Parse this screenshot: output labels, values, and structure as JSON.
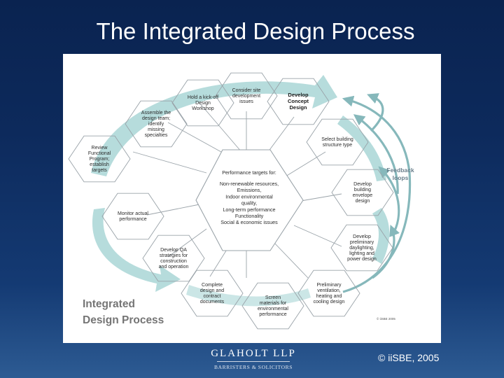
{
  "slide": {
    "title": "The Integrated Design Process",
    "copyright": "© iiSBE, 2005"
  },
  "logo": {
    "name": "GLAHOLT LLP",
    "subtitle": "BARRISTERS & SOLICITORS"
  },
  "diagram": {
    "title_line1": "Integrated",
    "title_line2": "Design Process",
    "small_copyright": "© iiSBE 2005",
    "feedback_label": [
      "Feedback",
      "loops"
    ],
    "center": {
      "heading": "Performance targets for:",
      "items": [
        "Non-renewable resources,",
        "Emissions,",
        "Indoor environmental",
        "quality,",
        "Long-term performance",
        "Functionality",
        "Social & economic issues"
      ]
    },
    "steps": [
      {
        "id": "hold-kickoff",
        "lines": [
          "Hold a kick-off",
          "Design",
          "Workshop"
        ],
        "bold": false
      },
      {
        "id": "consider-site",
        "lines": [
          "Consider site",
          "development",
          "issues"
        ],
        "bold": false
      },
      {
        "id": "develop-concept",
        "lines": [
          "Develop",
          "Concept",
          "Design"
        ],
        "bold": true
      },
      {
        "id": "select-structure",
        "lines": [
          "Select building",
          "structure type"
        ],
        "bold": false
      },
      {
        "id": "develop-envelope",
        "lines": [
          "Develop",
          "building",
          "envelope",
          "design"
        ],
        "bold": false
      },
      {
        "id": "develop-daylighting",
        "lines": [
          "Develop",
          "preliminary",
          "daylighting,",
          "lighting and",
          "power design"
        ],
        "bold": false
      },
      {
        "id": "preliminary-ventilation",
        "lines": [
          "Preliminary",
          "ventilation,",
          "heating and",
          "cooling design"
        ],
        "bold": false
      },
      {
        "id": "screen-materials",
        "lines": [
          "Screen",
          "materials for",
          "environmental",
          "performance"
        ],
        "bold": false
      },
      {
        "id": "complete-design",
        "lines": [
          "Complete",
          "design and",
          "contract",
          "documents"
        ],
        "bold": false
      },
      {
        "id": "develop-qa",
        "lines": [
          "Develop QA",
          "strategies for",
          "construction",
          "and operation"
        ],
        "bold": false
      },
      {
        "id": "monitor-performance",
        "lines": [
          "Monitor actual",
          "performance"
        ],
        "bold": false
      },
      {
        "id": "review-program",
        "lines": [
          "Review",
          "Functional",
          "Program;",
          "establish",
          "targets"
        ],
        "bold": false
      },
      {
        "id": "assemble-team",
        "lines": [
          "Assemble the",
          "design team;",
          "identify",
          "missing",
          "specialties"
        ],
        "bold": false
      }
    ]
  },
  "colors": {
    "background_top": "#0a2350",
    "background_bottom": "#2d5b93",
    "hex_stroke": "#9aa3a9",
    "arrow_fill": "#a9d6d6",
    "feedback_arrow": "#86b8bb",
    "center_text": "#2a2a2a"
  }
}
